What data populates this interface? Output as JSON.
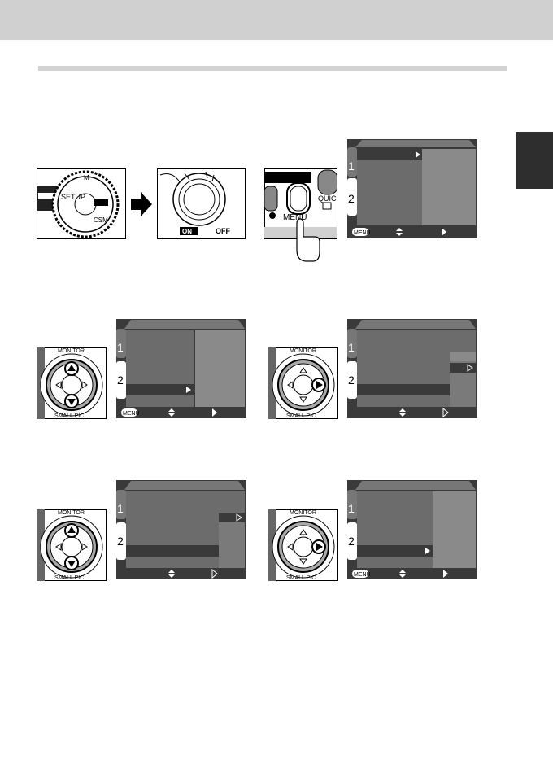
{
  "dial": {
    "label_setup": "SETUP",
    "label_menu": "MENU",
    "label_quick": "QUIC"
  },
  "power": {
    "label_on": "ON",
    "label_off": "OFF"
  },
  "multi_selector": {
    "label_monitor": "MONITOR",
    "label_small_pic": "SMALL PIC."
  },
  "menu": {
    "tab1": "1",
    "tab2": "2",
    "menu_badge": "MENU"
  }
}
